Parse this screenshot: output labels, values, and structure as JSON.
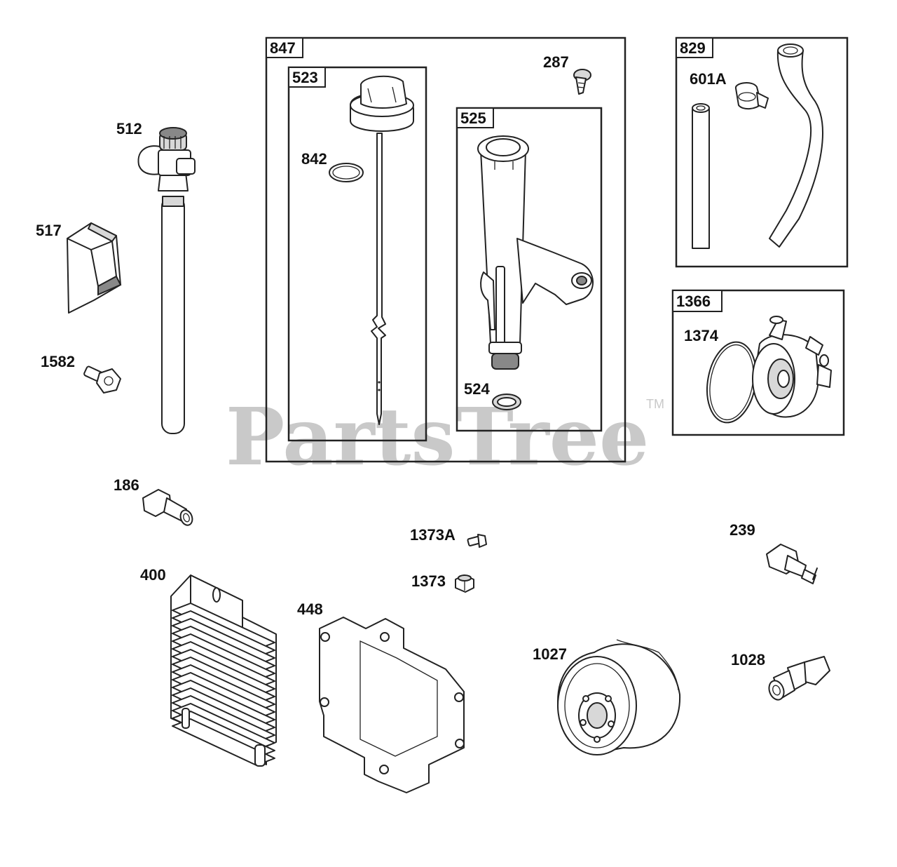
{
  "watermark": {
    "text": "PartsTree",
    "tm": "TM"
  },
  "boxes": {
    "b847": "847",
    "b523": "523",
    "b525": "525",
    "b829": "829",
    "b1366": "1366"
  },
  "labels": {
    "p512": "512",
    "p517": "517",
    "p1582": "1582",
    "p186": "186",
    "p400": "400",
    "p448": "448",
    "p842": "842",
    "p287": "287",
    "p524": "524",
    "p601A": "601A",
    "p1374": "1374",
    "p1373A": "1373A",
    "p1373": "1373",
    "p239": "239",
    "p1027": "1027",
    "p1028": "1028"
  }
}
